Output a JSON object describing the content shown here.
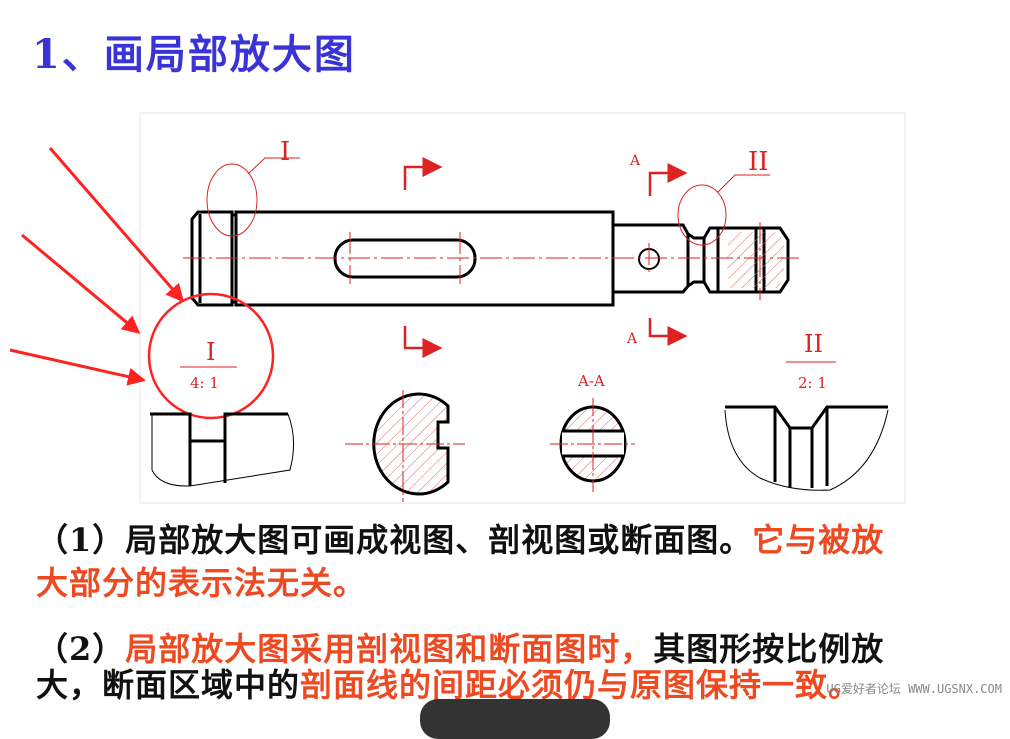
{
  "title": "1、画局部放大图",
  "drawing": {
    "detail_I_label": "I",
    "detail_II_label": "II",
    "section_label": "A",
    "section_view_label": "A-A",
    "detail_I_scale": "4: 1",
    "detail_II_scale": "2: 1",
    "line_color": "#000000",
    "annotation_color": "#dd2222"
  },
  "paragraphs": [
    {
      "prefix": "（1）",
      "black": "局部放大图可画成视图、剖视图或断面图。",
      "red": "它与被放",
      "red2": "大部分的表示法无关。"
    },
    {
      "prefix": "（2）",
      "red": "局部放大图采用剖视图和断面图时，",
      "black": "其图形按比例放",
      "black2": "大，断面区域中的",
      "red2": "剖面线的间距必须仍与原图保持一致。"
    }
  ],
  "watermark": "UG爱好者论坛 WWW.UGSNX.COM"
}
